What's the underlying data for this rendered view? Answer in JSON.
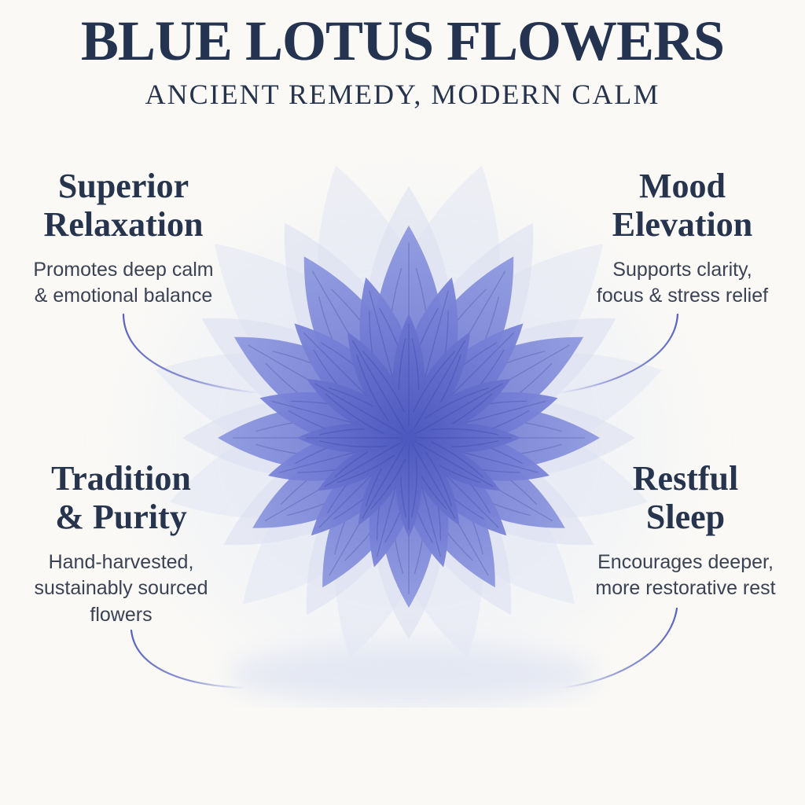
{
  "meta": {
    "background_color": "#faf9f6",
    "heading_color": "#243350",
    "body_text_color": "#3b4253"
  },
  "header": {
    "title": "BLUE LOTUS FLOWERS",
    "subtitle": "ANCIENT REMEDY, MODERN CALM"
  },
  "benefits": [
    {
      "id": "superior-relaxation",
      "position": "top-left",
      "title_lines": [
        "Superior",
        "Relaxation"
      ],
      "description_lines": [
        "Promotes deep calm",
        "& emotional balance"
      ]
    },
    {
      "id": "mood-elevation",
      "position": "top-right",
      "title_lines": [
        "Mood",
        "Elevation"
      ],
      "description_lines": [
        "Supports clarity,",
        "focus & stress relief"
      ]
    },
    {
      "id": "tradition-purity",
      "position": "bottom-left",
      "title_lines": [
        "Tradition",
        "& Purity"
      ],
      "description_lines": [
        "Hand-harvested,",
        "sustainably sourced",
        "flowers"
      ]
    },
    {
      "id": "restful-sleep",
      "position": "bottom-right",
      "title_lines": [
        "Restful",
        "Sleep"
      ],
      "description_lines": [
        "Encourages deeper,",
        "more restorative rest"
      ]
    }
  ],
  "illustration": {
    "name": "blue-lotus-flower",
    "glow_color": "#edf0f8",
    "shadow_color": "#dde2f2",
    "pale_petal_colors": [
      "#e3e7f4",
      "#d9def0"
    ],
    "blue_petal_gradients": [
      [
        "#909ae0",
        "#6b76d2"
      ],
      [
        "#7e88da",
        "#5b66c9"
      ],
      [
        "#6d77d2",
        "#4e59bf"
      ]
    ],
    "center_color": "#4d58bb",
    "connector_color": "#4d58bd"
  }
}
